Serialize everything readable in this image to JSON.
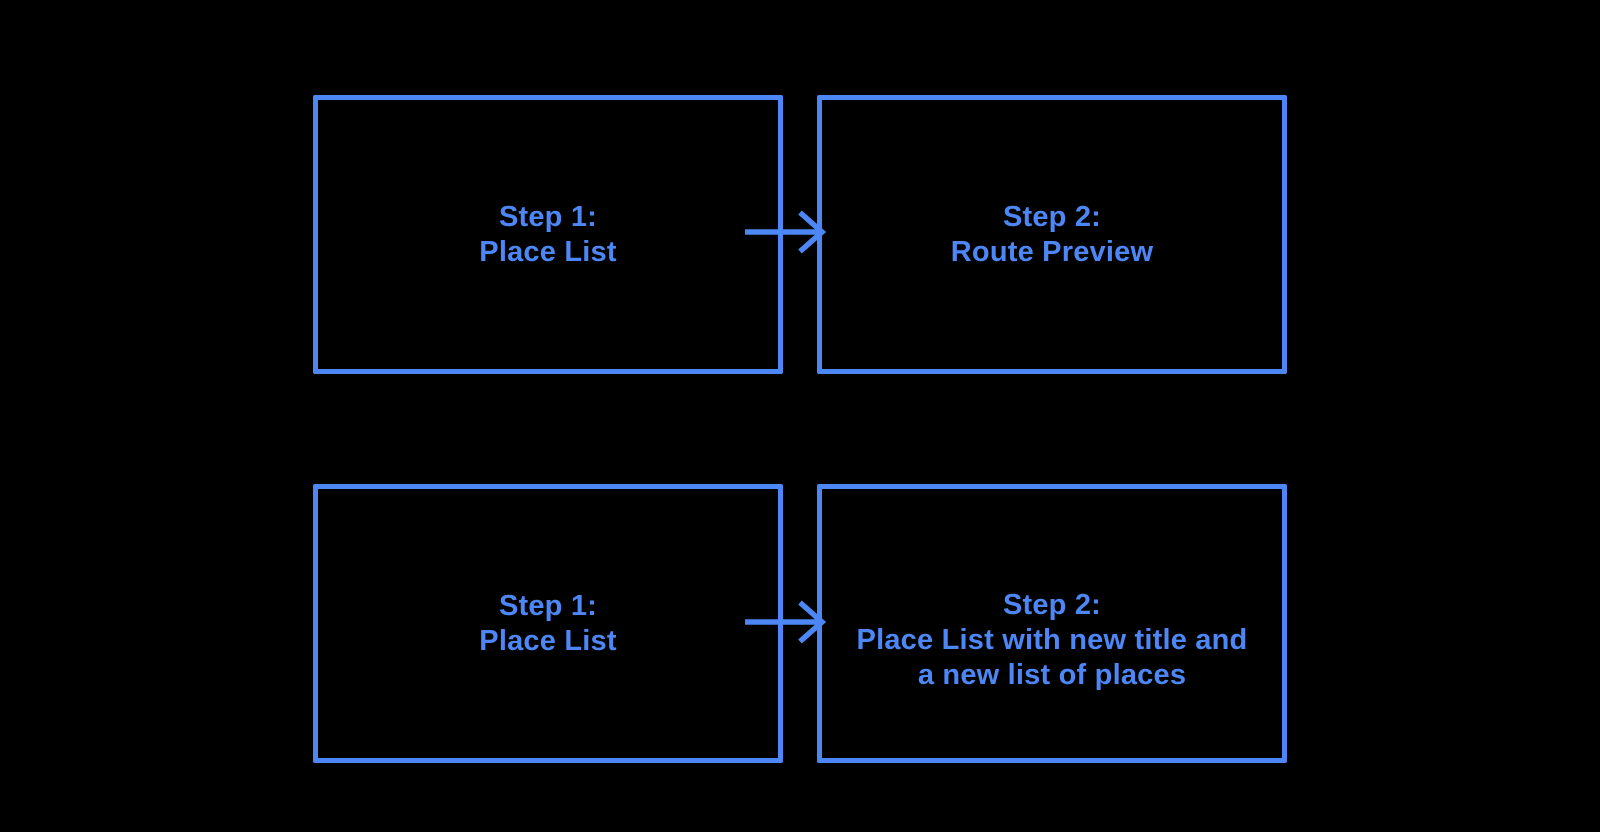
{
  "colors": {
    "accent": "#4d87f5",
    "background": "#000000"
  },
  "icons": {
    "flow_arrow": "→"
  },
  "diagram": {
    "description_type": "two-step flow diagram, two rows",
    "boxes": {
      "row1_source": {
        "lines": [
          "Step 1:",
          "Place List"
        ]
      },
      "row1_target": {
        "lines": [
          "Step 2:",
          "Route Preview"
        ]
      },
      "row2_source": {
        "lines": [
          "Step 1:",
          "Place List"
        ]
      },
      "row2_target": {
        "lines": [
          "Step 2:",
          "Place List with new title and",
          "a new list of places"
        ]
      }
    }
  }
}
